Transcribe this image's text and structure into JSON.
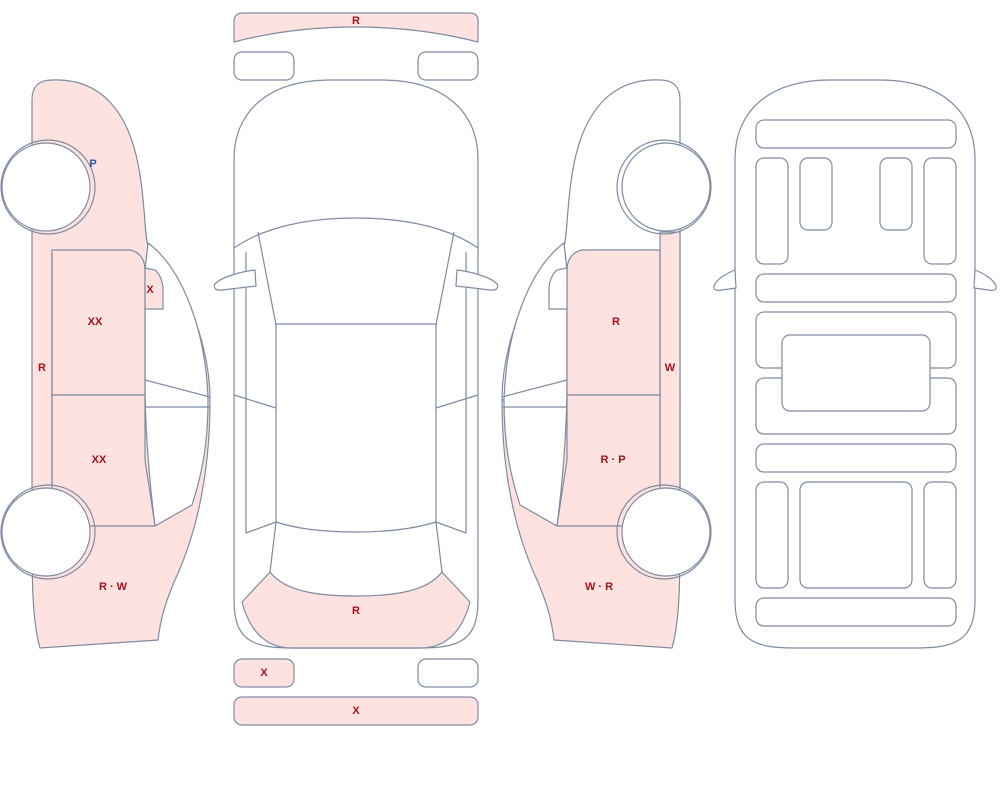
{
  "colors": {
    "outline": "#7f8ba3",
    "damaged_fill": "#fde2df",
    "clean_fill": "#ffffff",
    "label_red": "#a1121a",
    "label_blue": "#1f55b3"
  },
  "labels": {
    "roof_front": "R",
    "rear_bumper": "R",
    "bottom_left_small": "X",
    "bottom_bar": "X",
    "left_fender_mark": "P",
    "left_small_panel": "X",
    "left_front_door": "XX",
    "left_rear_door": "XX",
    "left_rocker": "R",
    "left_quarter": "R · W",
    "right_front_door": "R",
    "right_rear_door": "R · P",
    "right_rocker": "W",
    "right_quarter": "W · R"
  }
}
